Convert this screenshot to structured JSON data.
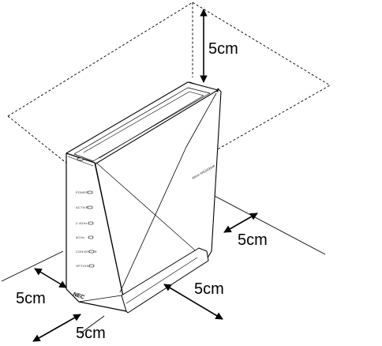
{
  "dimensions": {
    "top": "5cm",
    "right": "5cm",
    "back": "5cm",
    "left": "5cm",
    "front": "5cm"
  },
  "device": {
    "brand": "NEC",
    "product": "Aterm WG2600HP",
    "indicators": [
      "POWER",
      "ACTIVE",
      "2.4GHz",
      "5GHz",
      "CONVERTER",
      "OPTION"
    ]
  }
}
